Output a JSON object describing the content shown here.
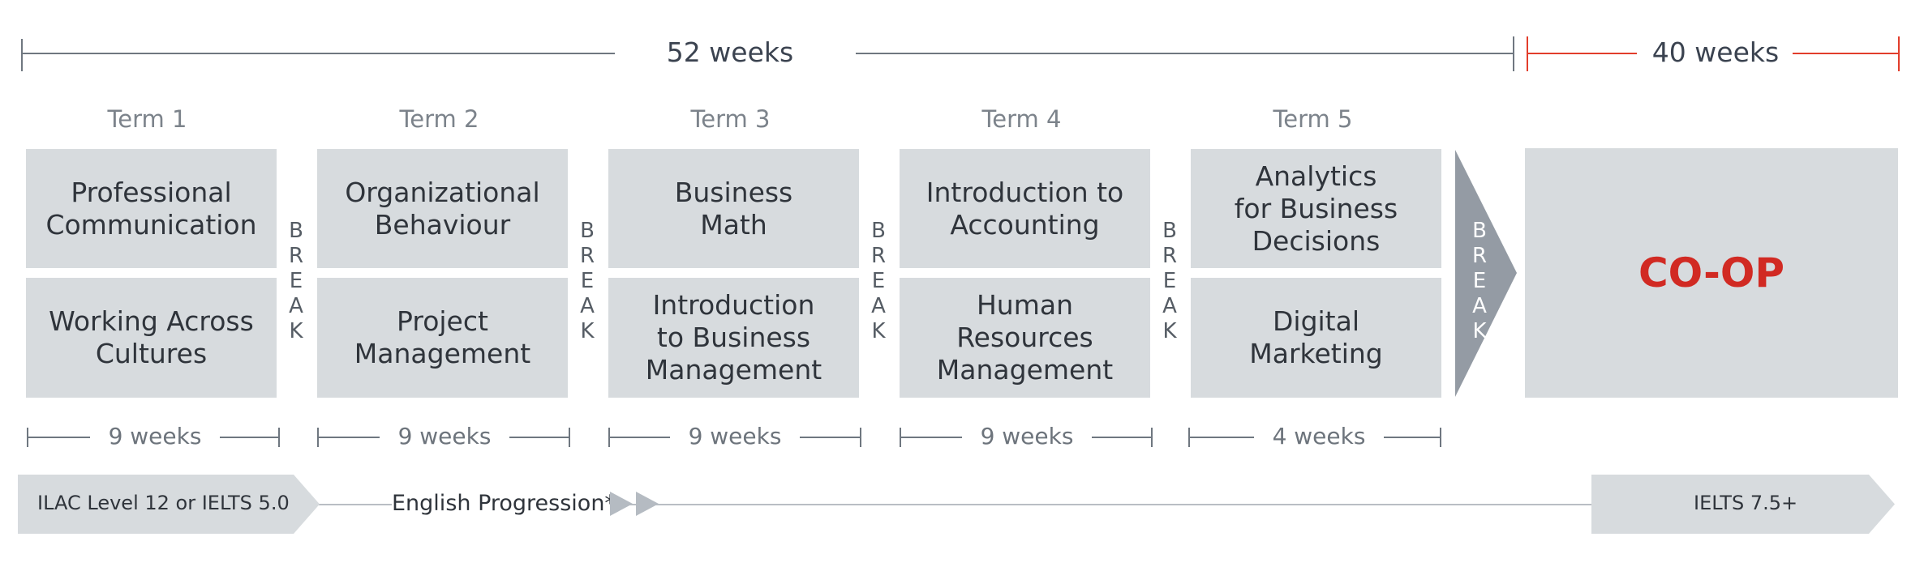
{
  "top_spans": [
    {
      "label": "52 weeks",
      "color": "#6f7780"
    },
    {
      "label": "40 weeks",
      "color": "#e23d2b"
    }
  ],
  "terms": [
    {
      "label": "Term 1",
      "top_course": "Professional\nCommunication",
      "bottom_course": "Working Across\nCultures",
      "duration": "9 weeks"
    },
    {
      "label": "Term 2",
      "top_course": "Organizational\nBehaviour",
      "bottom_course": "Project\nManagement",
      "duration": "9 weeks"
    },
    {
      "label": "Term 3",
      "top_course": "Business\nMath",
      "bottom_course": "Introduction\nto Business\nManagement",
      "duration": "9 weeks"
    },
    {
      "label": "Term 4",
      "top_course": "Introduction to\nAccounting",
      "bottom_course": "Human\nResources\nManagement",
      "duration": "9 weeks"
    },
    {
      "label": "Term 5",
      "top_course": "Analytics\nfor Business\nDecisions",
      "bottom_course": "Digital\nMarketing",
      "duration": "4 weeks"
    }
  ],
  "break_label": "BREAK",
  "coop_label": "CO-OP",
  "coop_color": "#d12a23",
  "progression": {
    "start_label": "ILAC Level 12 or IELTS 5.0",
    "middle_label": "English Progression*",
    "end_label": "IELTS 7.5+"
  }
}
